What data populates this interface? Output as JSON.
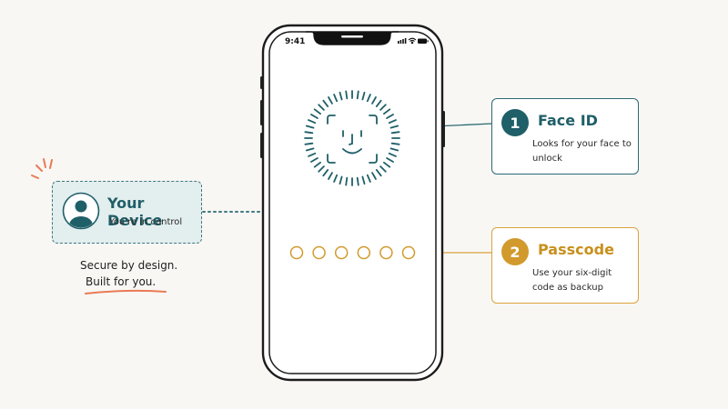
{
  "phone": {
    "time": "9:41"
  },
  "face_id": {
    "number": "1",
    "title": "Face ID",
    "description": "Looks for your face to unlock"
  },
  "passcode": {
    "number": "2",
    "title": "Passcode",
    "description": "Use your six-digit code as backup",
    "digit_count": 6
  },
  "device": {
    "title": "Your Device",
    "subtitle": "You're in control"
  },
  "tagline": {
    "line1": "Secure by design.",
    "line2": "Built for you."
  },
  "colors": {
    "teal": "#1f5f68",
    "gold": "#d29a2c",
    "coral": "#ea7a55",
    "background": "#f8f7f4",
    "device_fill": "#e3eeee"
  },
  "icons": [
    "face-scan-icon",
    "user-avatar-icon",
    "signal-icon",
    "wifi-icon",
    "battery-icon"
  ]
}
